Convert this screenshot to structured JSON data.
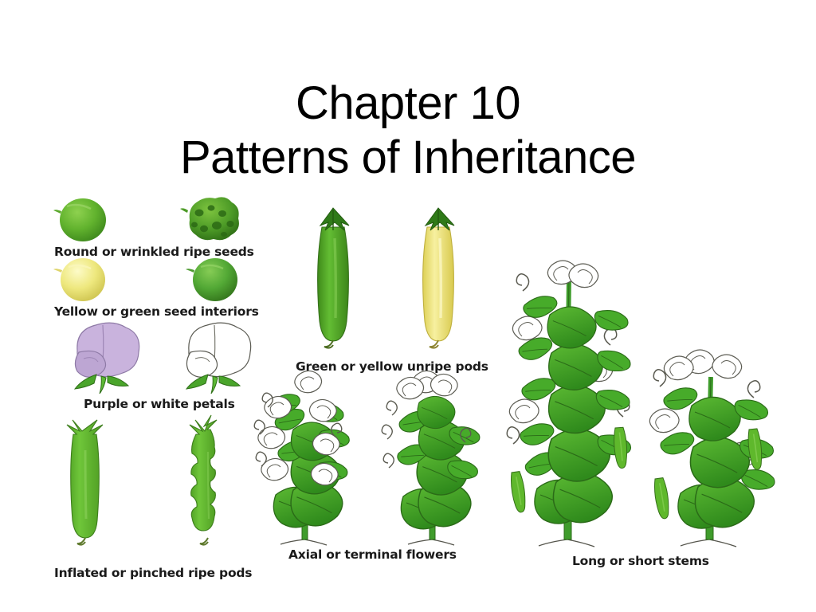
{
  "slide": {
    "background_color": "#ffffff",
    "title": {
      "line1": "Chapter 10",
      "line2": "Patterns of Inheritance"
    }
  },
  "figure": {
    "alt": "Mendel's seven pea plant character traits",
    "labels": {
      "seeds": "Round or wrinkled ripe seeds",
      "interiors": "Yellow or green seed interiors",
      "petals": "Purple or white petals",
      "ripe_pods": "Inflated or pinched ripe pods",
      "unripe_pods": "Green or yellow unripe pods",
      "flowers": "Axial or terminal flowers",
      "stems": "Long or short stems"
    },
    "traits": [
      {
        "id": "seed-shape",
        "label": "Round or wrinkled ripe seeds",
        "dominant": "Round",
        "recessive": "wrinkled",
        "dominant_color": "#62b32e",
        "recessive_color": "#4d9b27"
      },
      {
        "id": "seed-color",
        "label": "Yellow or green seed interiors",
        "dominant": "Yellow",
        "recessive": "green",
        "dominant_color": "#eee87e",
        "recessive_color": "#52a835"
      },
      {
        "id": "flower-color",
        "label": "Purple or white petals",
        "dominant": "Purple",
        "recessive": "white",
        "dominant_color": "#c9b3dd",
        "recessive_color": "#ffffff"
      },
      {
        "id": "pod-shape",
        "label": "Inflated or pinched ripe pods",
        "dominant": "Inflated",
        "recessive": "pinched",
        "dominant_color": "#5fb82c",
        "recessive_color": "#5fb82c"
      },
      {
        "id": "pod-color",
        "label": "Green or yellow unripe pods",
        "dominant": "Green",
        "recessive": "yellow",
        "dominant_color": "#49a32a",
        "recessive_color": "#f2e97d"
      },
      {
        "id": "flower-position",
        "label": "Axial or terminal flowers",
        "dominant": "Axial",
        "recessive": "terminal",
        "dominant_color": "#3f9c2c",
        "recessive_color": "#3f9c2c"
      },
      {
        "id": "stem-length",
        "label": "Long or short stems",
        "dominant": "Long",
        "recessive": "short",
        "dominant_color": "#3f9c2c",
        "recessive_color": "#3f9c2c"
      }
    ],
    "palette": {
      "leaf_green": "#44a52b",
      "leaf_green_dark": "#2f7d1e",
      "pod_green": "#5fb82c",
      "pod_yellow": "#f2e97d",
      "seed_yellow": "#eee87e",
      "petal_purple": "#c9b3dd",
      "petal_white": "#ffffff",
      "outline": "#4a4a42",
      "stem_green": "#3f9c2c",
      "highlight_yellow": "#d8d84a"
    }
  }
}
